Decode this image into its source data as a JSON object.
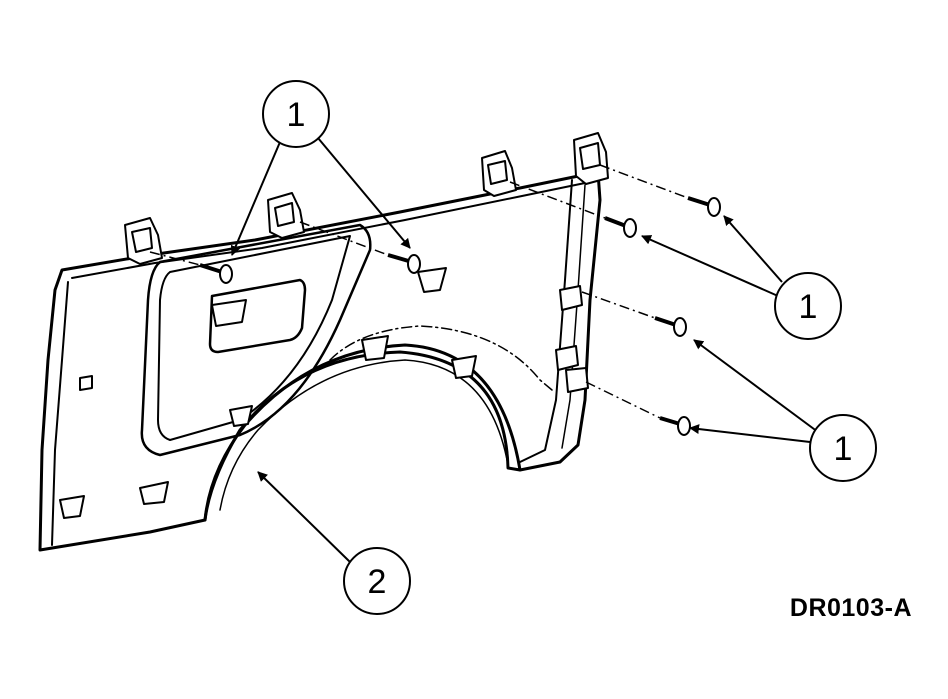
{
  "figure_code": "DR0103-A",
  "callouts": [
    {
      "id": "c1a",
      "label": "1"
    },
    {
      "id": "c1b",
      "label": "1"
    },
    {
      "id": "c1c",
      "label": "1"
    },
    {
      "id": "c2",
      "label": "2"
    }
  ],
  "colors": {
    "line": "#000000",
    "background": "#ffffff"
  }
}
